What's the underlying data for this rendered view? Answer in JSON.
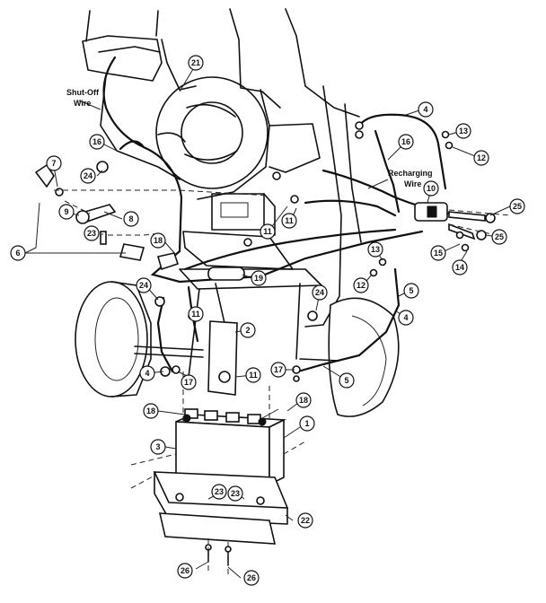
{
  "labels": {
    "shutoff_line1": "Shut-Off",
    "shutoff_line2": "Wire",
    "recharging_line1": "Recharging",
    "recharging_line2": "Wire"
  },
  "callouts": [
    {
      "id": "c21",
      "text": "21"
    },
    {
      "id": "c4a",
      "text": "4"
    },
    {
      "id": "c13a",
      "text": "13"
    },
    {
      "id": "c12a",
      "text": "12"
    },
    {
      "id": "c16a",
      "text": "16"
    },
    {
      "id": "c16b",
      "text": "16"
    },
    {
      "id": "c24a",
      "text": "24"
    },
    {
      "id": "c7",
      "text": "7"
    },
    {
      "id": "c9",
      "text": "9"
    },
    {
      "id": "c8",
      "text": "8"
    },
    {
      "id": "c23a",
      "text": "23"
    },
    {
      "id": "c6",
      "text": "6"
    },
    {
      "id": "c18a",
      "text": "18"
    },
    {
      "id": "c11a",
      "text": "11"
    },
    {
      "id": "c11b",
      "text": "11"
    },
    {
      "id": "c10",
      "text": "10"
    },
    {
      "id": "c25a",
      "text": "25"
    },
    {
      "id": "c25b",
      "text": "25"
    },
    {
      "id": "c15",
      "text": "15"
    },
    {
      "id": "c14",
      "text": "14"
    },
    {
      "id": "c13b",
      "text": "13"
    },
    {
      "id": "c12b",
      "text": "12"
    },
    {
      "id": "c5a",
      "text": "5"
    },
    {
      "id": "c19",
      "text": "19"
    },
    {
      "id": "c24b",
      "text": "24"
    },
    {
      "id": "c24c",
      "text": "24"
    },
    {
      "id": "c4b",
      "text": "4"
    },
    {
      "id": "c11c",
      "text": "11"
    },
    {
      "id": "c2",
      "text": "2"
    },
    {
      "id": "c4c",
      "text": "4"
    },
    {
      "id": "c17a",
      "text": "17"
    },
    {
      "id": "c11d",
      "text": "11"
    },
    {
      "id": "c17b",
      "text": "17"
    },
    {
      "id": "c5b",
      "text": "5"
    },
    {
      "id": "c18b",
      "text": "18"
    },
    {
      "id": "c18c",
      "text": "18"
    },
    {
      "id": "c1",
      "text": "1"
    },
    {
      "id": "c3",
      "text": "3"
    },
    {
      "id": "c23b",
      "text": "23"
    },
    {
      "id": "c23c",
      "text": "23"
    },
    {
      "id": "c22",
      "text": "22"
    },
    {
      "id": "c26a",
      "text": "26"
    },
    {
      "id": "c26b",
      "text": "26"
    }
  ]
}
